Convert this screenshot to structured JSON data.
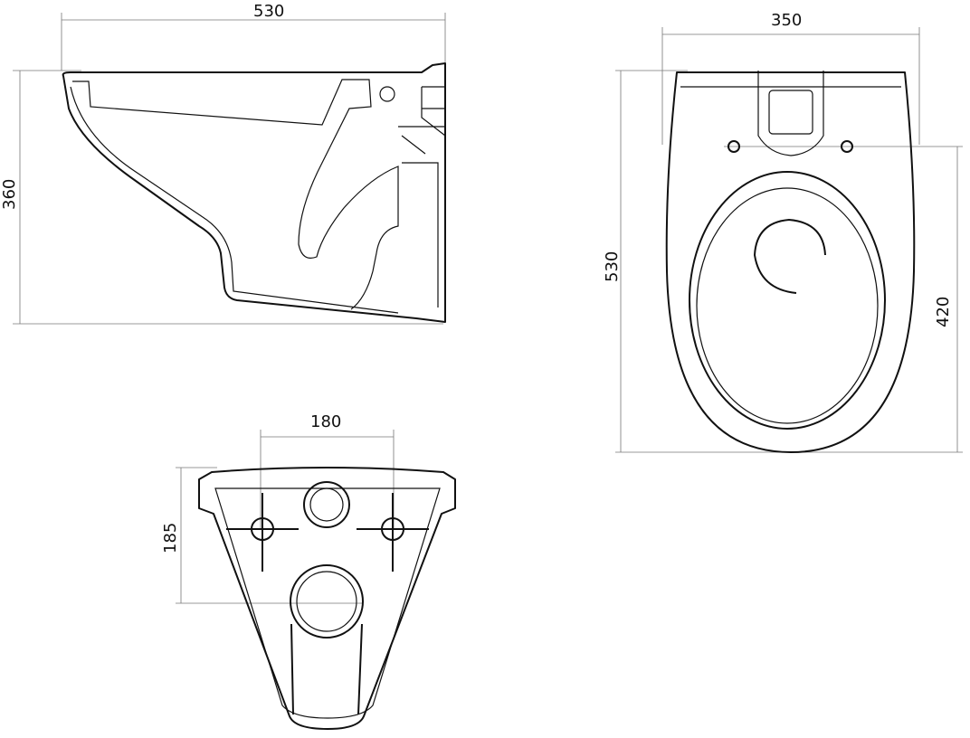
{
  "drawing": {
    "side_view": {
      "width_label": "530",
      "height_label": "360"
    },
    "top_view": {
      "width_label": "350",
      "length_label": "530",
      "fixing_distance_label": "420"
    },
    "rear_view": {
      "bolt_spacing_label": "180",
      "height_label": "185"
    }
  }
}
